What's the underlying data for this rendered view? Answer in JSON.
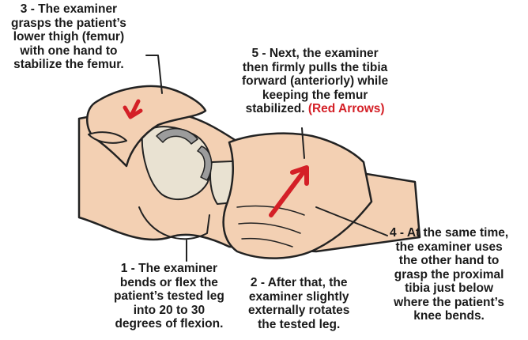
{
  "colors": {
    "skin": "#f3d0b3",
    "skin_shadow": "#e2b393",
    "outline": "#222222",
    "bone": "#e9e2d2",
    "meniscus": "#9c9c9c",
    "arrow_red": "#d42027",
    "text": "#1a1a1a"
  },
  "icons": [
    "pull-direction-arrow-icon",
    "push-direction-arrow-icon",
    "pointer-arrow-icon",
    "flexion-arc-icon"
  ],
  "steps": {
    "step3": {
      "lines": [
        "3 - The examiner",
        "grasps the patient’s",
        "lower thigh (femur)",
        "with one hand to",
        "stabilize the femur."
      ]
    },
    "step5": {
      "lines": [
        "5 - Next, the examiner",
        "then firmly pulls the tibia",
        "forward (anteriorly) while",
        "keeping the femur"
      ],
      "last_line_prefix": "stabilized. ",
      "last_line_red": "(Red Arrows)"
    },
    "step4": {
      "lines": [
        "4 - At the same time,",
        "the examiner uses",
        "the other hand to",
        "grasp the proximal",
        "tibia just below",
        "where the patient’s",
        "knee bends."
      ]
    },
    "step1": {
      "lines": [
        "1 - The examiner",
        "bends or flex the",
        "patient’s tested leg",
        "into 20 to 30",
        "degrees of flexion."
      ]
    },
    "step2": {
      "lines": [
        "2 - After that, the",
        "examiner slightly",
        "externally rotates",
        "the tested leg."
      ]
    }
  }
}
